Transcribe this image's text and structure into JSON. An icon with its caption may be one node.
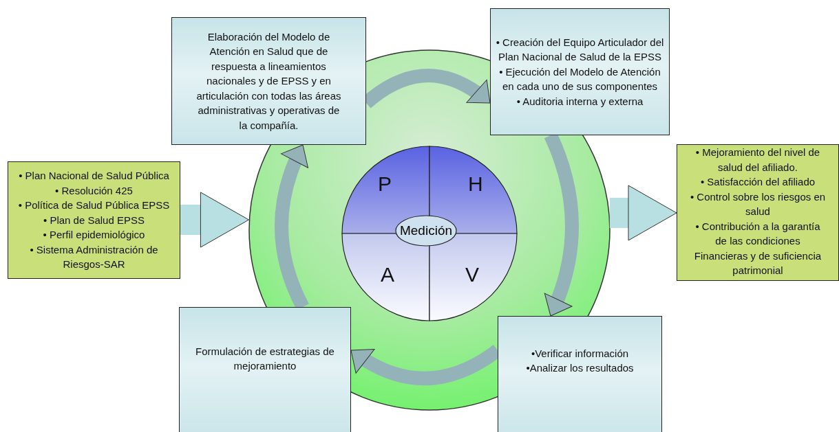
{
  "diagram": {
    "nodes": [
      {
        "text": [
          "Elaboración del Modelo de Atención en Salud que de respuesta a lineamientos nacionales y de EPSS y en articulación con todas las áreas administrativas y operativas de la compañía."
        ]
      },
      {
        "text": [
          "• Creación del Equipo Articulador del Plan Nacional de Salud de la EPSS",
          "• Ejecución del Modelo de Atención en cada uno de sus componentes",
          "• Auditoria interna y externa"
        ]
      },
      {
        "text": [
          "• Plan Nacional de Salud Pública",
          "• Resolución 425",
          "• Política de Salud Pública EPSS",
          "• Plan de Salud EPSS",
          "• Perfil epidemiológico",
          "• Sistema Administración de Riesgos-SAR"
        ]
      },
      {
        "text": [],
        "shape": "circle"
      },
      {
        "text": [
          "P"
        ],
        "in": 3
      },
      {
        "text": [
          "H"
        ],
        "in": 3
      },
      {
        "text": [
          "Medición"
        ],
        "in": 3
      },
      {
        "text": [
          "A"
        ],
        "in": 3
      },
      {
        "text": [
          "V"
        ],
        "in": 3
      },
      {
        "text": [
          "• Mejoramiento del nivel de salud del afiliado.",
          "• Satisfacción del afiliado",
          "• Control sobre los riesgos en salud",
          "• Contribución a la garantía de las condiciones Financieras y de suficiencia patrimonial"
        ]
      },
      {
        "text": [
          "Formulación de estrategias de mejoramiento"
        ]
      },
      {
        "text": [
          "•Verificar información",
          "•Analizar los resultados"
        ]
      }
    ],
    "edges": [
      {
        "from": 2,
        "to": 3,
        "arrow": "to"
      },
      {
        "from": 3,
        "to": 9,
        "arrow": "to"
      },
      {
        "from": 0,
        "to": 1,
        "arrow": "to"
      },
      {
        "from": 1,
        "to": 11,
        "arrow": "to"
      },
      {
        "from": 11,
        "to": 10,
        "arrow": "to"
      },
      {
        "from": 10,
        "to": 0,
        "arrow": "to"
      }
    ]
  }
}
